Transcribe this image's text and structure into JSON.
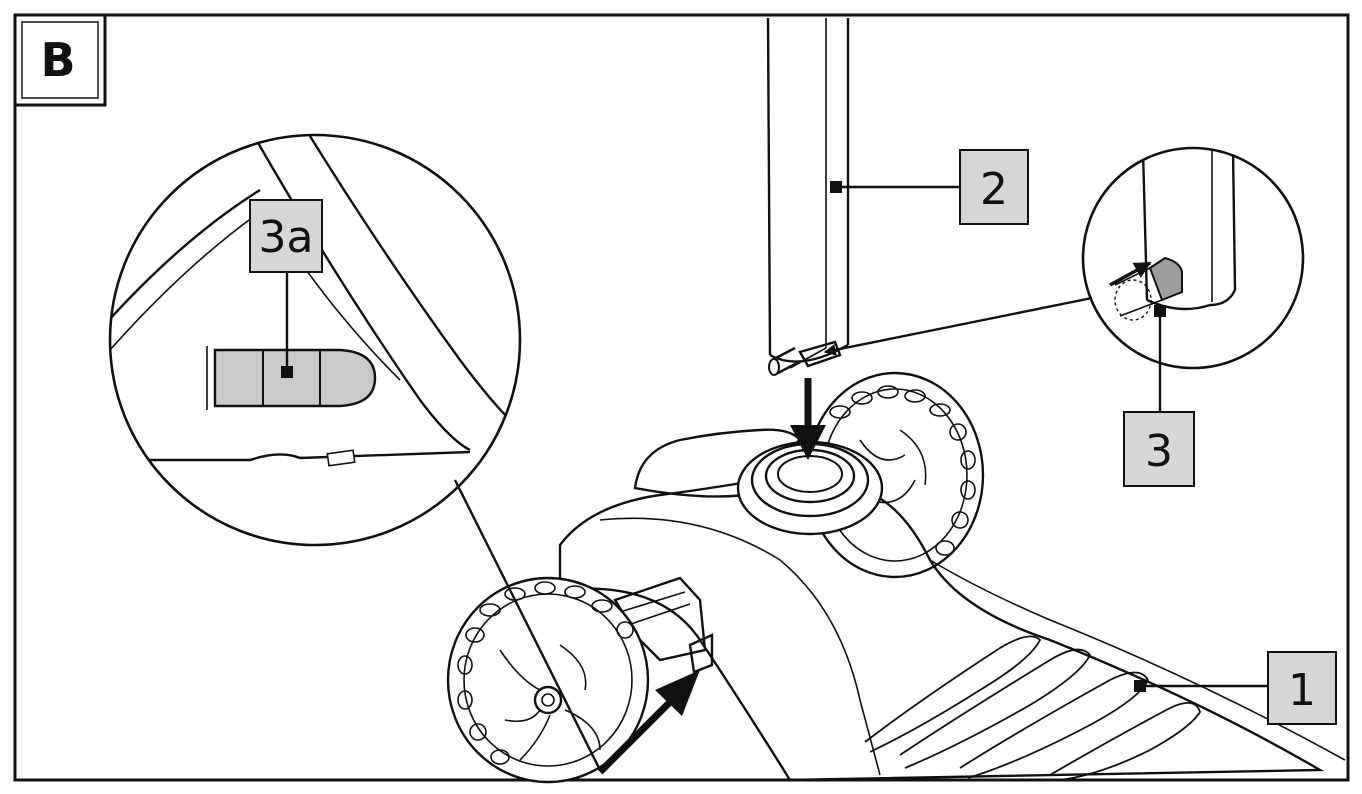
{
  "figure": {
    "panel_label": "B",
    "callouts": {
      "part_1": "1",
      "part_2": "2",
      "part_3": "3",
      "part_3a": "3a"
    }
  },
  "icons": {
    "insert_arrow": "arrow-down-icon",
    "push_arrow": "arrow-diagonal-icon",
    "press_arrow": "arrow-press-icon"
  }
}
